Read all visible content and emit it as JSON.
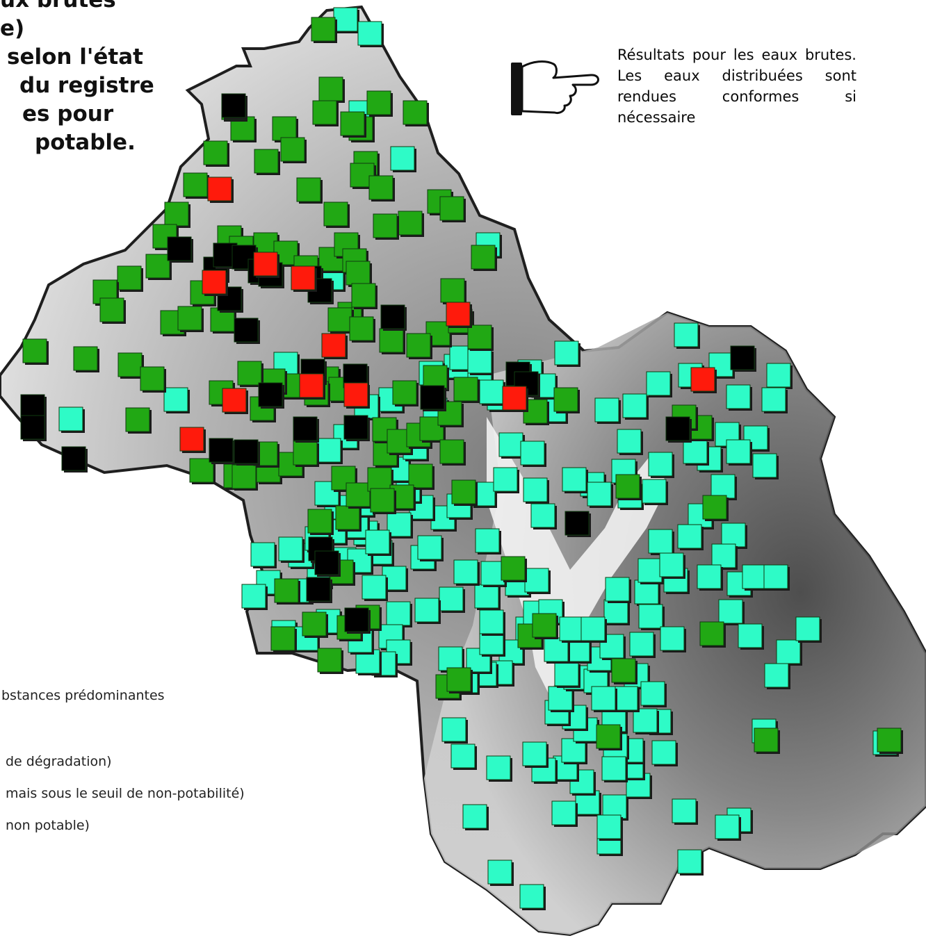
{
  "title_lines": [
    "ux brutes",
    "e)",
    "selon l'état",
    "du registre",
    "es pour",
    "potable."
  ],
  "note": "Résultats pour les eaux brutes. Les eaux distribuées sont rendues conformes si nécessaire",
  "legend": {
    "lines": [
      "bstances prédominantes",
      "de dégradation)",
      "mais sous le seuil de non-potabilité)",
      "non potable)"
    ]
  },
  "icons": {
    "note_pointer": "pointing-hand-icon"
  },
  "colors": {
    "no_degradation": "#2efbc7",
    "below_threshold": "#21a814",
    "non_potable": "#ff1a0c",
    "black_category": "#000000",
    "relief_light": "#f4f4f4",
    "relief_dark": "#4a4a4a"
  },
  "markers": {
    "cyan": [
      [
        497,
        28
      ],
      [
        532,
        48
      ],
      [
        519,
        162
      ],
      [
        579,
        228
      ],
      [
        477,
        400
      ],
      [
        411,
        524
      ],
      [
        253,
        575
      ],
      [
        102,
        603
      ],
      [
        702,
        352
      ],
      [
        815,
        508
      ],
      [
        762,
        535
      ],
      [
        718,
        573
      ],
      [
        797,
        590
      ],
      [
        656,
        527
      ],
      [
        690,
        545
      ],
      [
        735,
        640
      ],
      [
        782,
        555
      ],
      [
        873,
        590
      ],
      [
        913,
        584
      ],
      [
        905,
        635
      ],
      [
        897,
        678
      ],
      [
        950,
        668
      ],
      [
        947,
        552
      ],
      [
        987,
        482
      ],
      [
        993,
        540
      ],
      [
        1037,
        525
      ],
      [
        1062,
        571
      ],
      [
        1120,
        540
      ],
      [
        1113,
        575
      ],
      [
        1046,
        625
      ],
      [
        1087,
        630
      ],
      [
        1062,
        650
      ],
      [
        1100,
        670
      ],
      [
        1020,
        660
      ],
      [
        1000,
        650
      ],
      [
        1040,
        700
      ],
      [
        1007,
        742
      ],
      [
        992,
        772
      ],
      [
        1055,
        770
      ],
      [
        1041,
        800
      ],
      [
        1020,
        830
      ],
      [
        1063,
        840
      ],
      [
        1085,
        830
      ],
      [
        1116,
        830
      ],
      [
        1051,
        880
      ],
      [
        1079,
        915
      ],
      [
        1134,
        938
      ],
      [
        1162,
        905
      ],
      [
        1117,
        972
      ],
      [
        1099,
        1052
      ],
      [
        1063,
        1180
      ],
      [
        1046,
        1190
      ],
      [
        984,
        1167
      ],
      [
        918,
        1130
      ],
      [
        908,
        1103
      ],
      [
        908,
        1080
      ],
      [
        955,
        1083
      ],
      [
        948,
        1038
      ],
      [
        883,
        1036
      ],
      [
        885,
        1073
      ],
      [
        883,
        1106
      ],
      [
        884,
        1161
      ],
      [
        845,
        1155
      ],
      [
        837,
        1125
      ],
      [
        813,
        1105
      ],
      [
        782,
        1108
      ],
      [
        769,
        1085
      ],
      [
        825,
        1080
      ],
      [
        842,
        1050
      ],
      [
        826,
        1032
      ],
      [
        801,
        1025
      ],
      [
        806,
        1005
      ],
      [
        828,
        975
      ],
      [
        857,
        980
      ],
      [
        862,
        948
      ],
      [
        880,
        930
      ],
      [
        886,
        880
      ],
      [
        888,
        848
      ],
      [
        930,
        852
      ],
      [
        935,
        821
      ],
      [
        972,
        835
      ],
      [
        950,
        779
      ],
      [
        966,
        813
      ],
      [
        936,
        887
      ],
      [
        967,
        919
      ],
      [
        923,
        927
      ],
      [
        915,
        972
      ],
      [
        939,
        998
      ],
      [
        928,
        1037
      ],
      [
        900,
        1005
      ],
      [
        868,
        1005
      ],
      [
        815,
        970
      ],
      [
        831,
        935
      ],
      [
        800,
        935
      ],
      [
        759,
        905
      ],
      [
        770,
        882
      ],
      [
        735,
        938
      ],
      [
        720,
        968
      ],
      [
        697,
        970
      ],
      [
        670,
        980
      ],
      [
        648,
        948
      ],
      [
        688,
        950
      ],
      [
        707,
        925
      ],
      [
        707,
        895
      ],
      [
        700,
        858
      ],
      [
        744,
        840
      ],
      [
        772,
        835
      ],
      [
        792,
        880
      ],
      [
        822,
        905
      ],
      [
        853,
        905
      ],
      [
        709,
        825
      ],
      [
        670,
        823
      ],
      [
        649,
        862
      ],
      [
        614,
        878
      ],
      [
        573,
        883
      ],
      [
        562,
        916
      ],
      [
        573,
        938
      ],
      [
        552,
        955
      ],
      [
        529,
        952
      ],
      [
        518,
        922
      ],
      [
        567,
        832
      ],
      [
        547,
        795
      ],
      [
        526,
        767
      ],
      [
        512,
        757
      ],
      [
        520,
        725
      ],
      [
        484,
        730
      ],
      [
        480,
        765
      ],
      [
        495,
        805
      ],
      [
        517,
        807
      ],
      [
        538,
        845
      ],
      [
        459,
        828
      ],
      [
        431,
        850
      ],
      [
        432,
        799
      ],
      [
        418,
        790
      ],
      [
        378,
        798
      ],
      [
        386,
        838
      ],
      [
        365,
        858
      ],
      [
        408,
        910
      ],
      [
        440,
        919
      ],
      [
        472,
        894
      ],
      [
        608,
        802
      ],
      [
        618,
        788
      ],
      [
        637,
        745
      ],
      [
        660,
        728
      ],
      [
        695,
        711
      ],
      [
        727,
        690
      ],
      [
        770,
        705
      ],
      [
        781,
        742
      ],
      [
        852,
        697
      ],
      [
        826,
        690
      ],
      [
        862,
        711
      ],
      [
        906,
        714
      ],
      [
        941,
        707
      ],
      [
        766,
        652
      ],
      [
        701,
        778
      ],
      [
        606,
        730
      ],
      [
        587,
        705
      ],
      [
        571,
        675
      ],
      [
        597,
        644
      ],
      [
        626,
        590
      ],
      [
        620,
        537
      ],
      [
        664,
        515
      ],
      [
        690,
        520
      ],
      [
        707,
        564
      ],
      [
        562,
        575
      ],
      [
        527,
        585
      ],
      [
        497,
        628
      ],
      [
        473,
        648
      ],
      [
        470,
        710
      ],
      [
        574,
        755
      ],
      [
        543,
        780
      ],
      [
        456,
        775
      ],
      [
        653,
        1050
      ],
      [
        666,
        1088
      ],
      [
        717,
        1105
      ],
      [
        683,
        1175
      ],
      [
        719,
        1255
      ],
      [
        765,
        1290
      ],
      [
        876,
        1212
      ],
      [
        992,
        1240
      ],
      [
        1273,
        1069
      ],
      [
        876,
        1190
      ],
      [
        811,
        1170
      ]
    ],
    "green": [
      [
        465,
        42
      ],
      [
        519,
        185
      ],
      [
        526,
        235
      ],
      [
        597,
        162
      ],
      [
        476,
        128
      ],
      [
        545,
        148
      ],
      [
        507,
        178
      ],
      [
        467,
        162
      ],
      [
        409,
        185
      ],
      [
        421,
        215
      ],
      [
        383,
        232
      ],
      [
        349,
        185
      ],
      [
        336,
        155
      ],
      [
        310,
        220
      ],
      [
        281,
        266
      ],
      [
        254,
        308
      ],
      [
        237,
        340
      ],
      [
        227,
        383
      ],
      [
        186,
        400
      ],
      [
        151,
        420
      ],
      [
        161,
        446
      ],
      [
        50,
        505
      ],
      [
        123,
        516
      ],
      [
        187,
        525
      ],
      [
        219,
        545
      ],
      [
        198,
        604
      ],
      [
        248,
        464
      ],
      [
        273,
        458
      ],
      [
        320,
        460
      ],
      [
        291,
        421
      ],
      [
        330,
        342
      ],
      [
        347,
        357
      ],
      [
        382,
        352
      ],
      [
        411,
        364
      ],
      [
        440,
        385
      ],
      [
        476,
        373
      ],
      [
        498,
        352
      ],
      [
        510,
        375
      ],
      [
        444,
        273
      ],
      [
        483,
        308
      ],
      [
        521,
        252
      ],
      [
        548,
        270
      ],
      [
        515,
        393
      ],
      [
        503,
        452
      ],
      [
        523,
        425
      ],
      [
        489,
        460
      ],
      [
        520,
        473
      ],
      [
        590,
        321
      ],
      [
        554,
        325
      ],
      [
        632,
        290
      ],
      [
        650,
        300
      ],
      [
        651,
        418
      ],
      [
        630,
        480
      ],
      [
        662,
        462
      ],
      [
        690,
        485
      ],
      [
        695,
        370
      ],
      [
        602,
        497
      ],
      [
        563,
        490
      ],
      [
        470,
        545
      ],
      [
        421,
        555
      ],
      [
        393,
        548
      ],
      [
        359,
        537
      ],
      [
        377,
        588
      ],
      [
        318,
        565
      ],
      [
        290,
        677
      ],
      [
        339,
        685
      ],
      [
        351,
        686
      ],
      [
        386,
        677
      ],
      [
        418,
        668
      ],
      [
        439,
        652
      ],
      [
        382,
        653
      ],
      [
        490,
        560
      ],
      [
        455,
        566
      ],
      [
        494,
        688
      ],
      [
        500,
        745
      ],
      [
        460,
        750
      ],
      [
        515,
        712
      ],
      [
        546,
        690
      ],
      [
        554,
        653
      ],
      [
        553,
        618
      ],
      [
        574,
        635
      ],
      [
        602,
        626
      ],
      [
        621,
        617
      ],
      [
        650,
        650
      ],
      [
        605,
        685
      ],
      [
        578,
        715
      ],
      [
        550,
        720
      ],
      [
        667,
        708
      ],
      [
        626,
        543
      ],
      [
        670,
        560
      ],
      [
        647,
        595
      ],
      [
        582,
        565
      ],
      [
        762,
        915
      ],
      [
        783,
        900
      ],
      [
        644,
        988
      ],
      [
        660,
        978
      ],
      [
        738,
        818
      ],
      [
        903,
        700
      ],
      [
        897,
        965
      ],
      [
        875,
        1060
      ],
      [
        1024,
        912
      ],
      [
        1028,
        730
      ],
      [
        1007,
        615
      ],
      [
        984,
        600
      ],
      [
        1102,
        1065
      ],
      [
        1279,
        1065
      ],
      [
        412,
        850
      ],
      [
        407,
        919
      ],
      [
        452,
        898
      ],
      [
        474,
        950
      ],
      [
        529,
        888
      ],
      [
        491,
        823
      ],
      [
        502,
        903
      ],
      [
        770,
        592
      ],
      [
        814,
        575
      ]
    ],
    "black": [
      [
        336,
        152
      ],
      [
        310,
        387
      ],
      [
        258,
        358
      ],
      [
        324,
        367
      ],
      [
        351,
        370
      ],
      [
        374,
        390
      ],
      [
        389,
        395
      ],
      [
        445,
        400
      ],
      [
        460,
        418
      ],
      [
        330,
        430
      ],
      [
        354,
        475
      ],
      [
        47,
        585
      ],
      [
        47,
        615
      ],
      [
        106,
        660
      ],
      [
        318,
        648
      ],
      [
        354,
        650
      ],
      [
        389,
        568
      ],
      [
        450,
        534
      ],
      [
        439,
        617
      ],
      [
        511,
        541
      ],
      [
        512,
        615
      ],
      [
        565,
        456
      ],
      [
        622,
        572
      ],
      [
        745,
        538
      ],
      [
        757,
        552
      ],
      [
        830,
        753
      ],
      [
        975,
        617
      ],
      [
        1068,
        515
      ],
      [
        461,
        790
      ],
      [
        470,
        810
      ],
      [
        458,
        848
      ],
      [
        513,
        892
      ]
    ],
    "red": [
      [
        316,
        272
      ],
      [
        308,
        406
      ],
      [
        382,
        380
      ],
      [
        436,
        400
      ],
      [
        480,
        497
      ],
      [
        659,
        452
      ],
      [
        337,
        576
      ],
      [
        448,
        555
      ],
      [
        512,
        568
      ],
      [
        276,
        632
      ],
      [
        740,
        573
      ],
      [
        1011,
        546
      ]
    ]
  }
}
